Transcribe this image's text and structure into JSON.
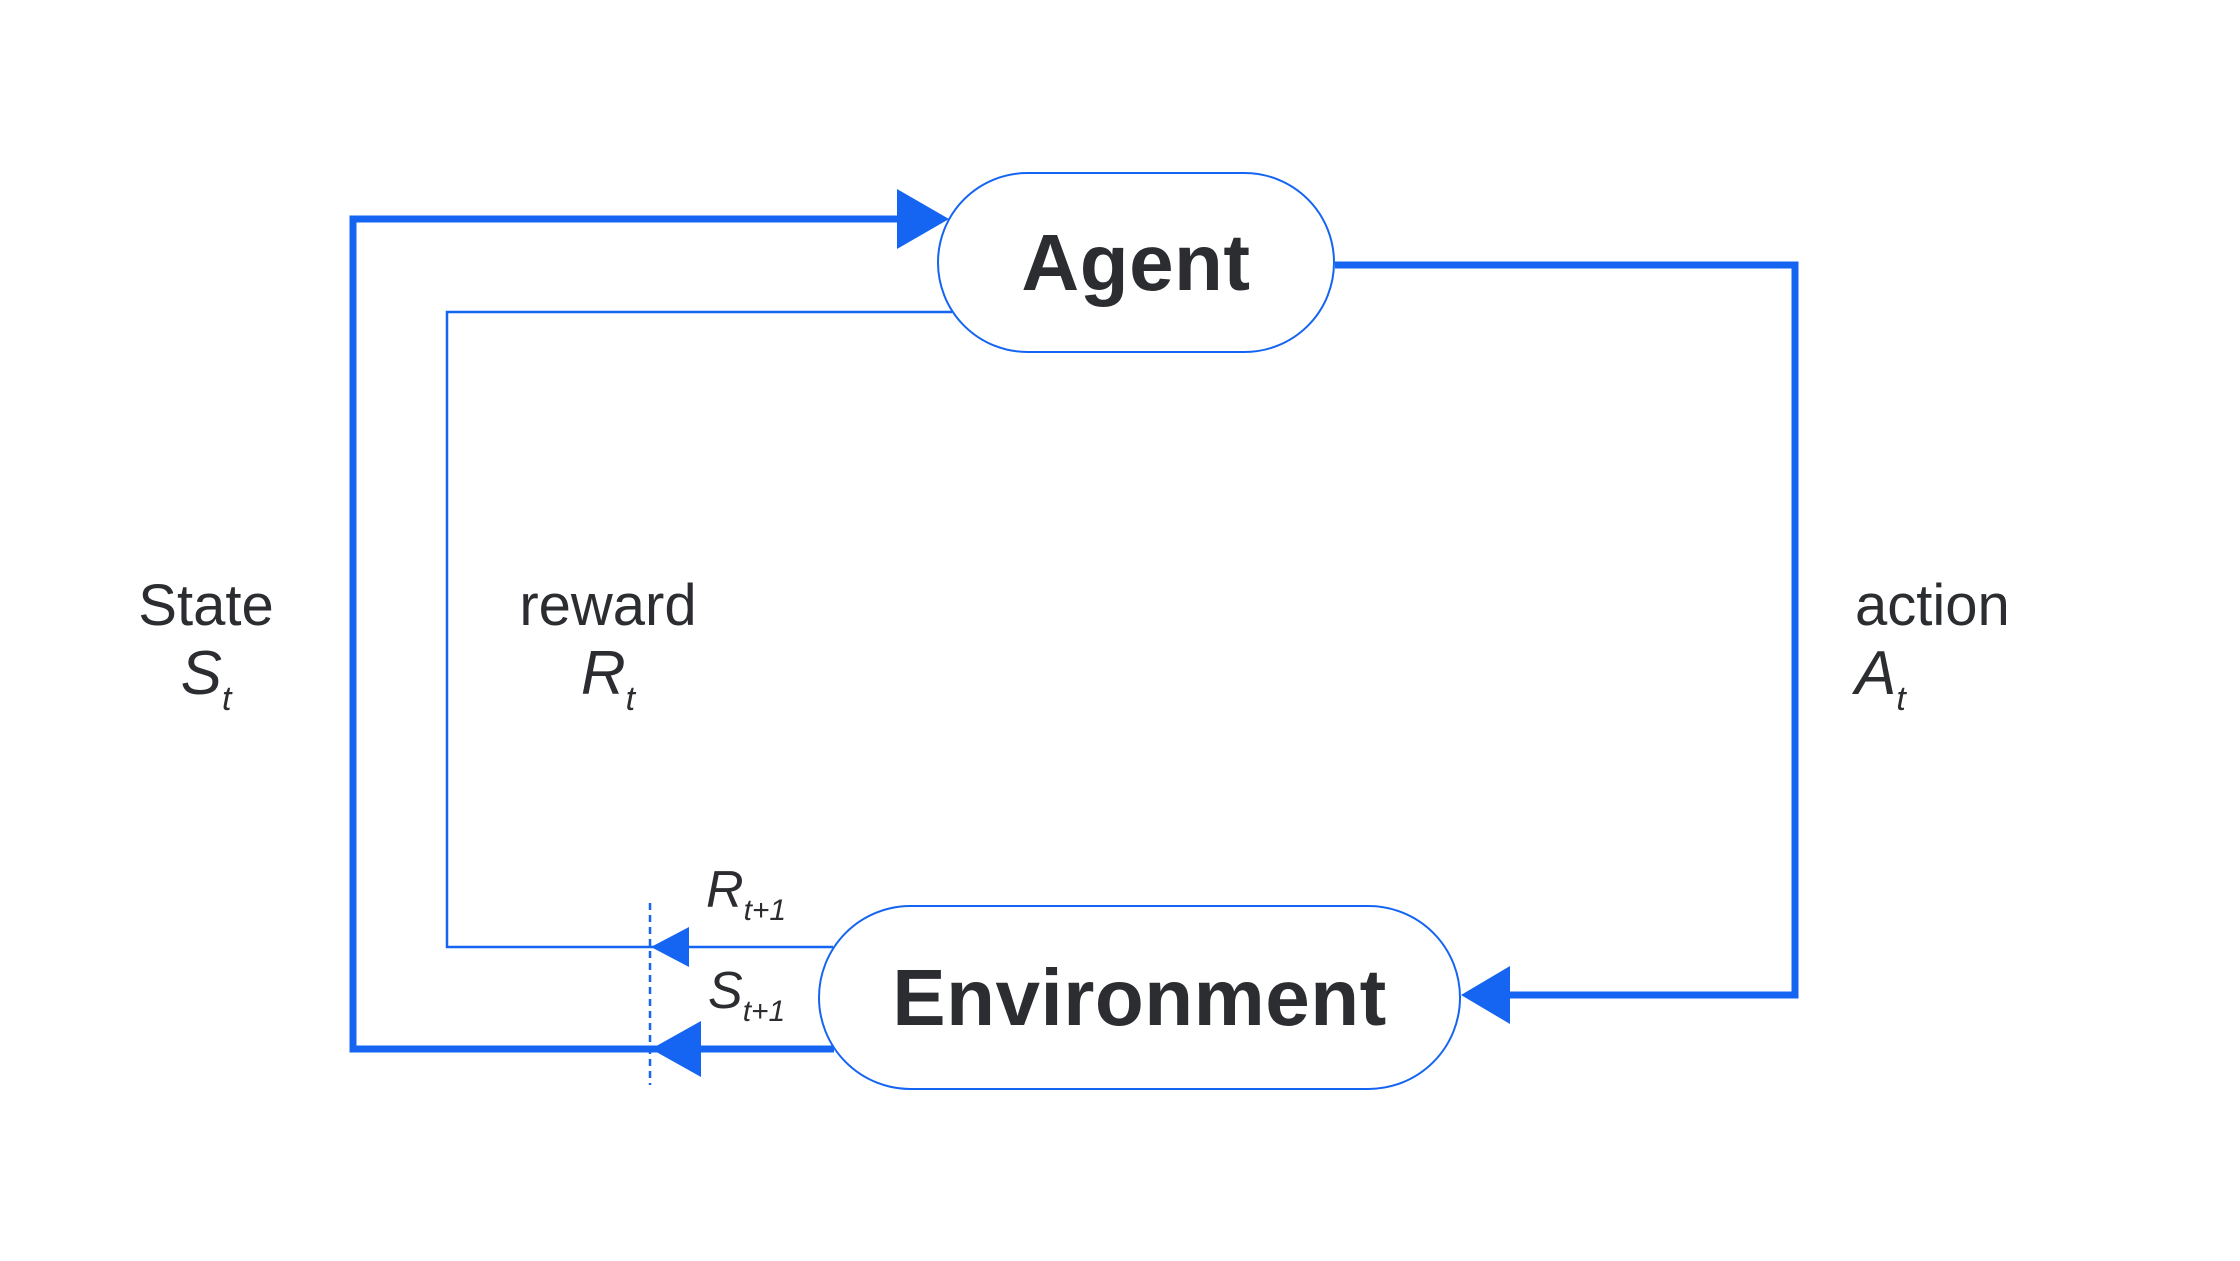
{
  "diagram_title": "agent-environment-loop",
  "boxes": {
    "agent_label": "Agent",
    "environment_label": "Environment"
  },
  "edges": {
    "state": {
      "word": "State",
      "symbol": "S",
      "subscript": "t"
    },
    "reward": {
      "word": "reward",
      "symbol": "R",
      "subscript": "t"
    },
    "action": {
      "word": "action",
      "symbol": "A",
      "subscript": "t"
    },
    "reward_next": {
      "symbol": "R",
      "subscript": "t+1"
    },
    "state_next": {
      "symbol": "S",
      "subscript": "t+1"
    }
  },
  "colors": {
    "accent_blue": "#1565f2",
    "text_dark": "#2b2d31",
    "background": "#ffffff"
  }
}
